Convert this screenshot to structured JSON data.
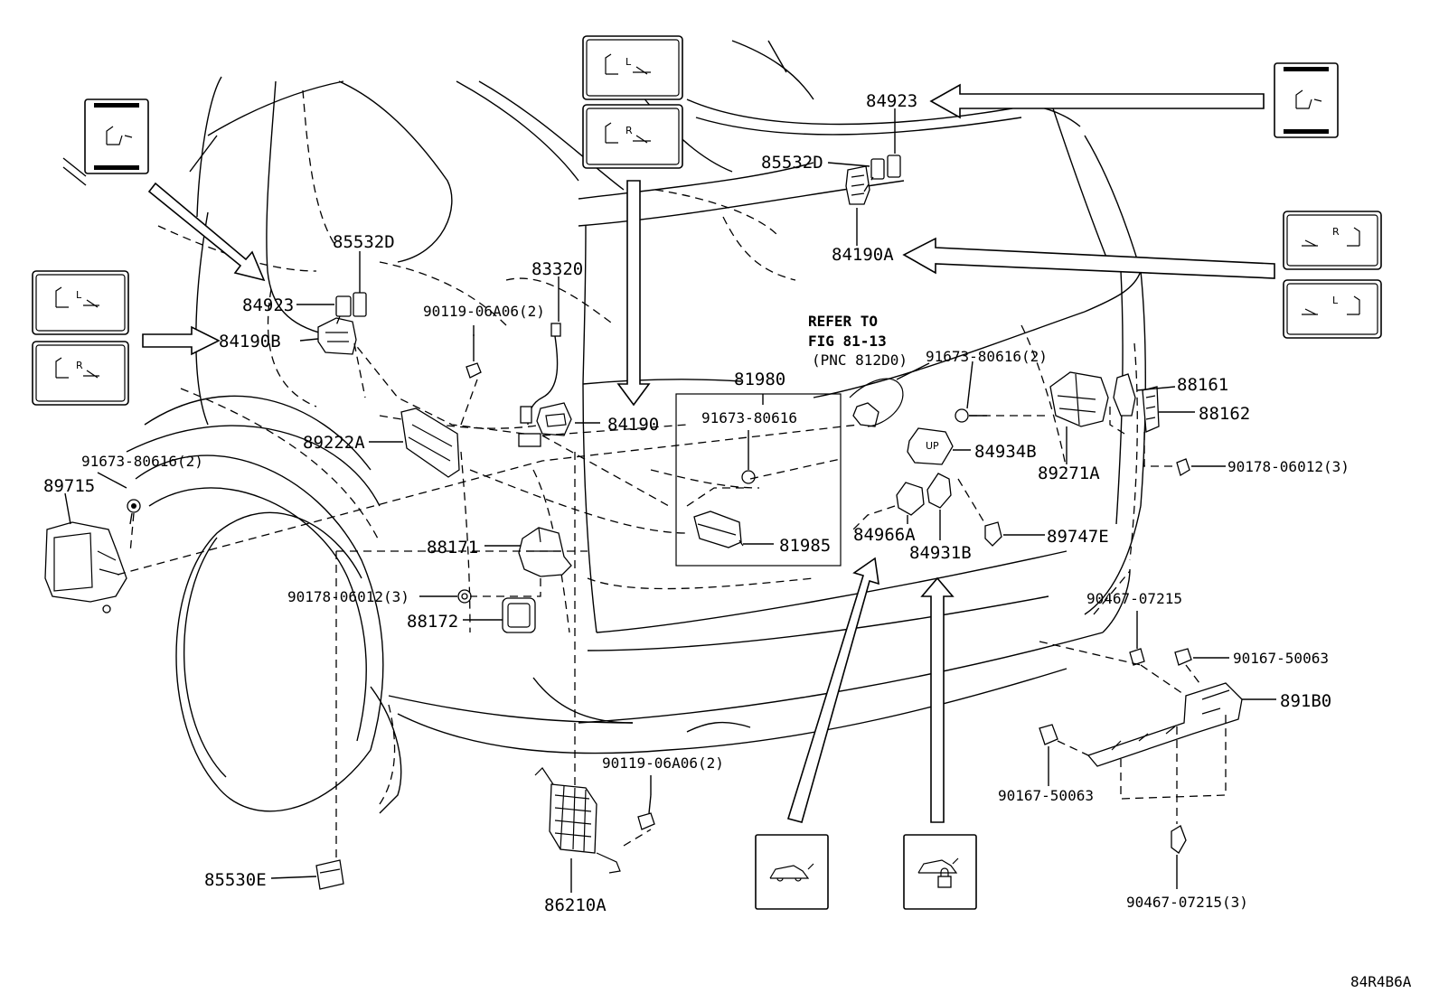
{
  "labels": {
    "p85532D_left": "85532D",
    "p84923_left": "84923",
    "p84190B": "84190B",
    "p89222A": "89222A",
    "p91673_left": "91673-80616(2)",
    "p89715": "89715",
    "p83320": "83320",
    "p90119_top": "90119-06A06(2)",
    "p84190": "84190",
    "p88171": "88171",
    "p90178_left": "90178-06012(3)",
    "p88172": "88172",
    "p85530E": "85530E",
    "p90119_bottom": "90119-06A06(2)",
    "p86210A": "86210A",
    "p81980": "81980",
    "p91673_box": "91673-80616",
    "p81985": "81985",
    "refer_line1": "REFER TO",
    "refer_line2": "FIG 81-13",
    "refer_line3": "(PNC 812D0)",
    "p84923_top": "84923",
    "p85532D_top": "85532D",
    "p84190A": "84190A",
    "p91673_right": "91673-80616(2)",
    "p88161": "88161",
    "p88162": "88162",
    "p90178_right": "90178-06012(3)",
    "p84934B": "84934B",
    "p89271A": "89271A",
    "p84966A": "84966A",
    "p84931B": "84931B",
    "p89747E": "89747E",
    "p90467_top": "90467-07215",
    "p90167_right": "90167-50063",
    "p891B0": "891B0",
    "p90167_left": "90167-50063",
    "p90467_bottom": "90467-07215(3)",
    "figure_code": "84R4B6A"
  },
  "icons": {
    "switch_L": "L",
    "switch_R": "R",
    "button_up": "UP"
  }
}
